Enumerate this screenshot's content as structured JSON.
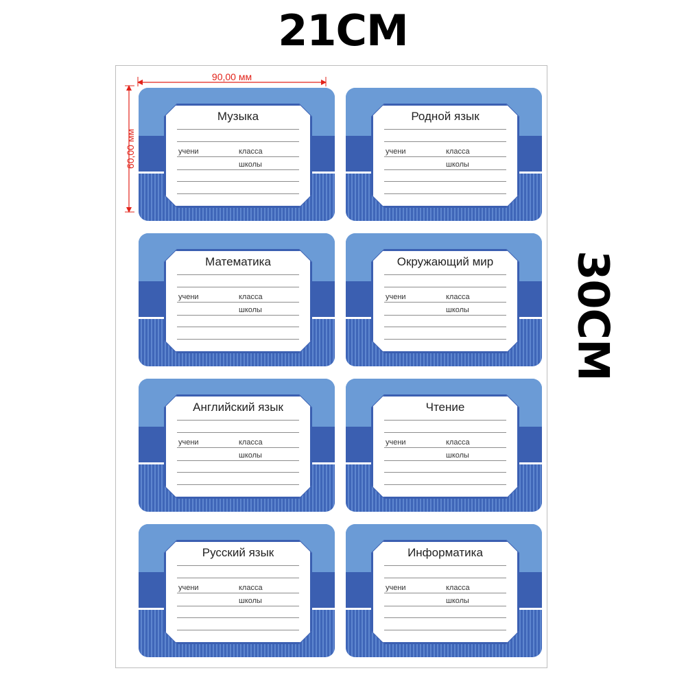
{
  "header": {
    "width_label": "21CM",
    "height_label": "30CM"
  },
  "dimensions": {
    "width": "90,00 мм",
    "height": "60,00 мм"
  },
  "colors": {
    "light_blue": "#6b9bd6",
    "dark_blue": "#3b5fb1",
    "dimension_red": "#e2231a"
  },
  "label_fields": {
    "student": "учени",
    "class": "класса",
    "school": "школы"
  },
  "labels": [
    {
      "subject": "Музыка"
    },
    {
      "subject": "Родной язык"
    },
    {
      "subject": "Математика"
    },
    {
      "subject": "Окружающий мир"
    },
    {
      "subject": "Английский язык"
    },
    {
      "subject": "Чтение"
    },
    {
      "subject": "Русский язык"
    },
    {
      "subject": "Информатика"
    }
  ]
}
